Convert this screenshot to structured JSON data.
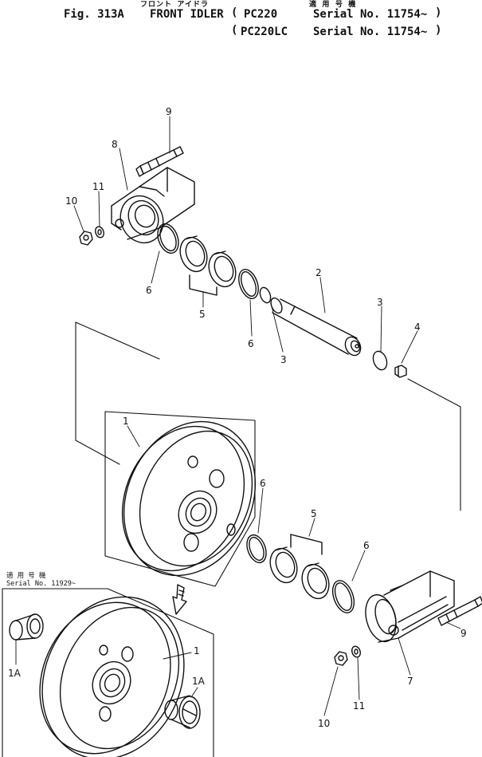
{
  "header": {
    "jp_title": "フロント アイドラ",
    "jp_models": "適 用 号 機",
    "fig_label": "Fig. 313A",
    "title": "FRONT IDLER",
    "serial_lines": [
      {
        "model": "PC220",
        "serial": "Serial No. 11754~"
      },
      {
        "model": "PC220LC",
        "serial": "Serial No. 11754~"
      }
    ]
  },
  "inset": {
    "jp_label": "適 用 号 機",
    "serial": "Serial No. 11929~"
  },
  "callouts": [
    {
      "id": "c9-top",
      "text": "9"
    },
    {
      "id": "c8",
      "text": "8"
    },
    {
      "id": "c11-top",
      "text": "11"
    },
    {
      "id": "c10-top",
      "text": "10"
    },
    {
      "id": "c6-a",
      "text": "6"
    },
    {
      "id": "c5-top",
      "text": "5"
    },
    {
      "id": "c6-b",
      "text": "6"
    },
    {
      "id": "c3-a",
      "text": "3"
    },
    {
      "id": "c2",
      "text": "2"
    },
    {
      "id": "c3-b",
      "text": "3"
    },
    {
      "id": "c4",
      "text": "4"
    },
    {
      "id": "c1-main",
      "text": "1"
    },
    {
      "id": "c6-c",
      "text": "6"
    },
    {
      "id": "c5-bottom",
      "text": "5"
    },
    {
      "id": "c6-d",
      "text": "6"
    },
    {
      "id": "c9-bottom",
      "text": "9"
    },
    {
      "id": "c7",
      "text": "7"
    },
    {
      "id": "c10-bottom",
      "text": "10"
    },
    {
      "id": "c11-bottom",
      "text": "11"
    },
    {
      "id": "c1-inset",
      "text": "1"
    },
    {
      "id": "c1a-left",
      "text": "1A"
    },
    {
      "id": "c1a-right",
      "text": "1A"
    }
  ]
}
